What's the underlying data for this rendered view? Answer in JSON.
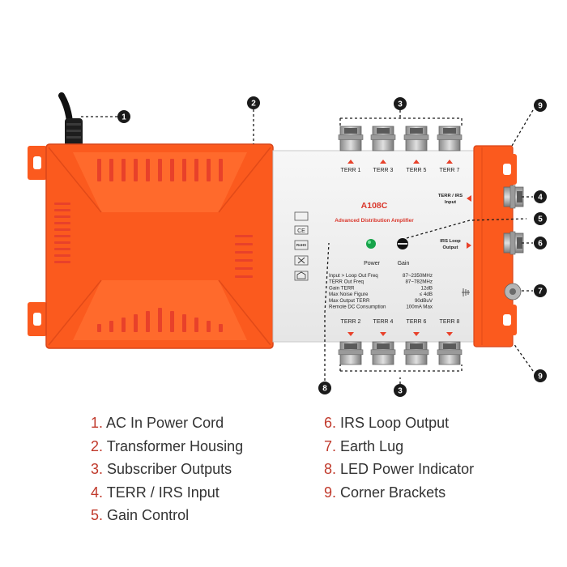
{
  "device": {
    "model": "A108C",
    "name": "Advanced Distribution Amplifier",
    "ports_top": [
      "TERR 1",
      "TERR 3",
      "TERR 5",
      "TERR 7"
    ],
    "ports_bottom": [
      "TERR 2",
      "TERR 4",
      "TERR 6",
      "TERR 8"
    ],
    "terr_irs_input": [
      "TERR / IRS",
      "Input"
    ],
    "irs_loop_output": [
      "IRS Loop",
      "Output"
    ],
    "power_label": "Power",
    "gain_label": "Gain",
    "specs": [
      {
        "label": "Input > Loop Out Freq",
        "value": "87~2350MHz"
      },
      {
        "label": "TERR Out Freq",
        "value": "87~782MHz"
      },
      {
        "label": "Gain TERR",
        "value": "12dB"
      },
      {
        "label": "Max Noise Figure",
        "value": "≤ 4dB"
      },
      {
        "label": "Max Output TERR",
        "value": "90dBuV"
      },
      {
        "label": "Remote DC Consumption",
        "value": "100mA Max"
      }
    ],
    "badges": [
      "CE",
      "RoHS"
    ],
    "colors": {
      "housing": "#fb5a1e",
      "accent": "#e8412a",
      "model_text": "#d9362b",
      "led": "#17a34a",
      "panel": "#f2f2f2",
      "callout": "#1a1a1a"
    }
  },
  "callout_numbers": [
    "1",
    "2",
    "3",
    "3",
    "4",
    "5",
    "6",
    "7",
    "8",
    "9",
    "9"
  ],
  "legend": [
    {
      "num": "1.",
      "text": "AC In Power Cord"
    },
    {
      "num": "2.",
      "text": "Transformer Housing"
    },
    {
      "num": "3.",
      "text": "Subscriber Outputs"
    },
    {
      "num": "4.",
      "text": "TERR / IRS Input"
    },
    {
      "num": "5.",
      "text": "Gain Control"
    },
    {
      "num": "6.",
      "text": "IRS Loop Output"
    },
    {
      "num": "7.",
      "text": "Earth Lug"
    },
    {
      "num": "8.",
      "text": "LED Power Indicator"
    },
    {
      "num": "9.",
      "text": "Corner Brackets"
    }
  ]
}
